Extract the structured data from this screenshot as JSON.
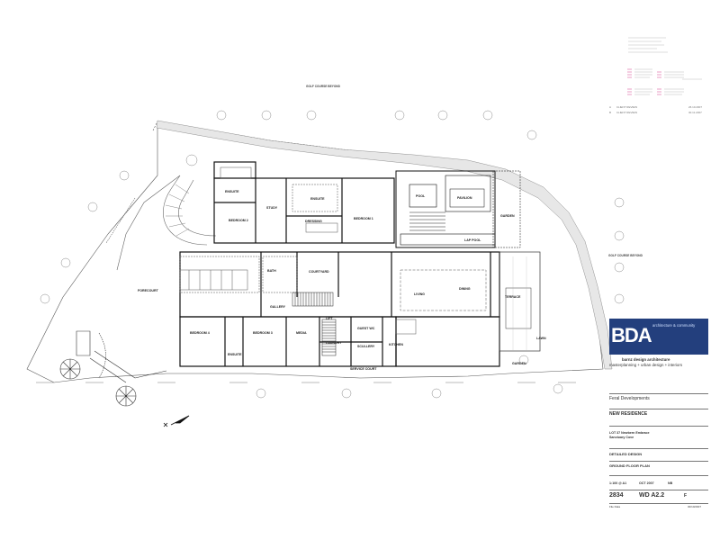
{
  "drawing": {
    "top_note": "GOLF COURSE BEYOND",
    "right_note": "GOLF COURSE BEYOND",
    "north_symbol": "north-arrow-icon",
    "rooms": {
      "bedroom2": "BEDROOM 2",
      "ensuite1": "ENSUITE",
      "study": "STUDY",
      "ensuite2": "ENSUITE",
      "dressing": "DRESSING",
      "bedroom1": "BEDROOM 1",
      "pool": "POOL",
      "pavilion": "PAVILION",
      "garden": "GARDEN",
      "lap_pool": "LAP POOL",
      "bath": "BATH",
      "courtyard": "COURTYARD",
      "living": "LIVING",
      "dining": "DINING",
      "terrace": "TERRACE",
      "lawn": "LAWN",
      "forecourt": "FORECOURT",
      "gallery": "GALLERY",
      "bedroom4": "BEDROOM 4",
      "ensuite3": "ENSUITE",
      "bedroom3": "BEDROOM 3",
      "media": "MEDIA",
      "lift": "LIFT",
      "guest_wc": "GUEST WC",
      "laundry": "LAUNDRY",
      "scullery": "SCULLERY",
      "kitchen": "KITCHEN",
      "service_court": "SERVICE COURT",
      "garden2": "GARDEN"
    }
  },
  "revisions": [
    {
      "id": "A",
      "desc": "CLIENT REVIEW",
      "date": "26.10.2007"
    },
    {
      "id": "B",
      "desc": "CLIENT REVIEW",
      "date": "30.11.2007"
    }
  ],
  "titleblock": {
    "logo": "BDA",
    "logo_sub": "architecture & community",
    "firm_name": "barnz design architecture",
    "firm_tagline": "masterplanning + urban design + interiors",
    "client": "Feral Developments",
    "project": "NEW RESIDENCE",
    "address_line1": "LOT 37 Newbern Embrace",
    "address_line2": "Sanctuary Cove",
    "stage": "DETAILED DESIGN",
    "sheet_title": "GROUND FLOOR PLAN",
    "scale": "1:100 @ A1",
    "date": "OCT 2007",
    "drawn": "NB",
    "job_no": "2834",
    "drawing_no": "WD A2.2",
    "revision": "F",
    "file_label": "File Data",
    "file_date": "30/10/2007"
  },
  "colors": {
    "logo_blue": "#233f7d",
    "revision_marks": "#d23c8c"
  }
}
